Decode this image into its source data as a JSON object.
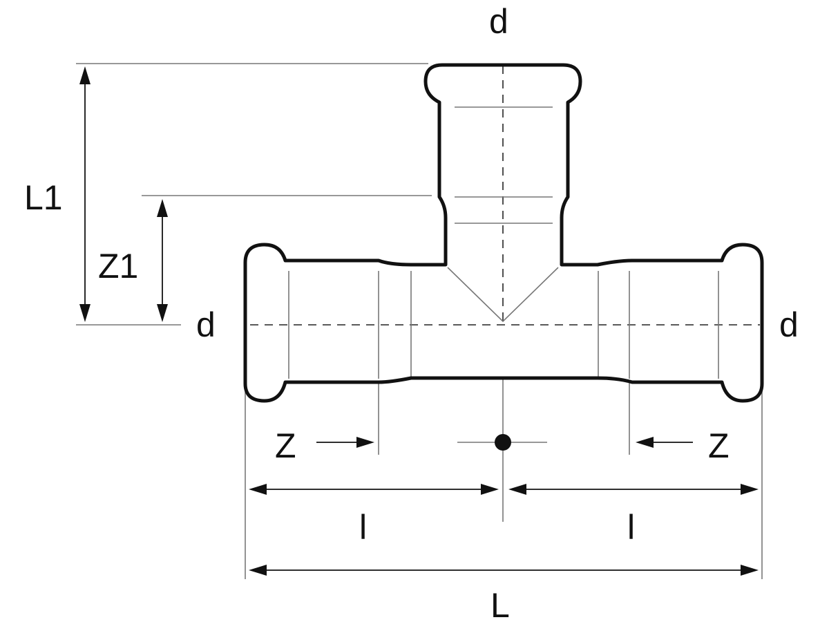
{
  "labels": {
    "d_top": "d",
    "d_left": "d",
    "d_right": "d",
    "L1": "L1",
    "Z1": "Z1",
    "Z_left": "Z",
    "Z_right": "Z",
    "l_left": "l",
    "l_right": "l",
    "L": "L"
  },
  "colors": {
    "stroke": "#111111",
    "construction": "#777777",
    "background": "#ffffff"
  }
}
